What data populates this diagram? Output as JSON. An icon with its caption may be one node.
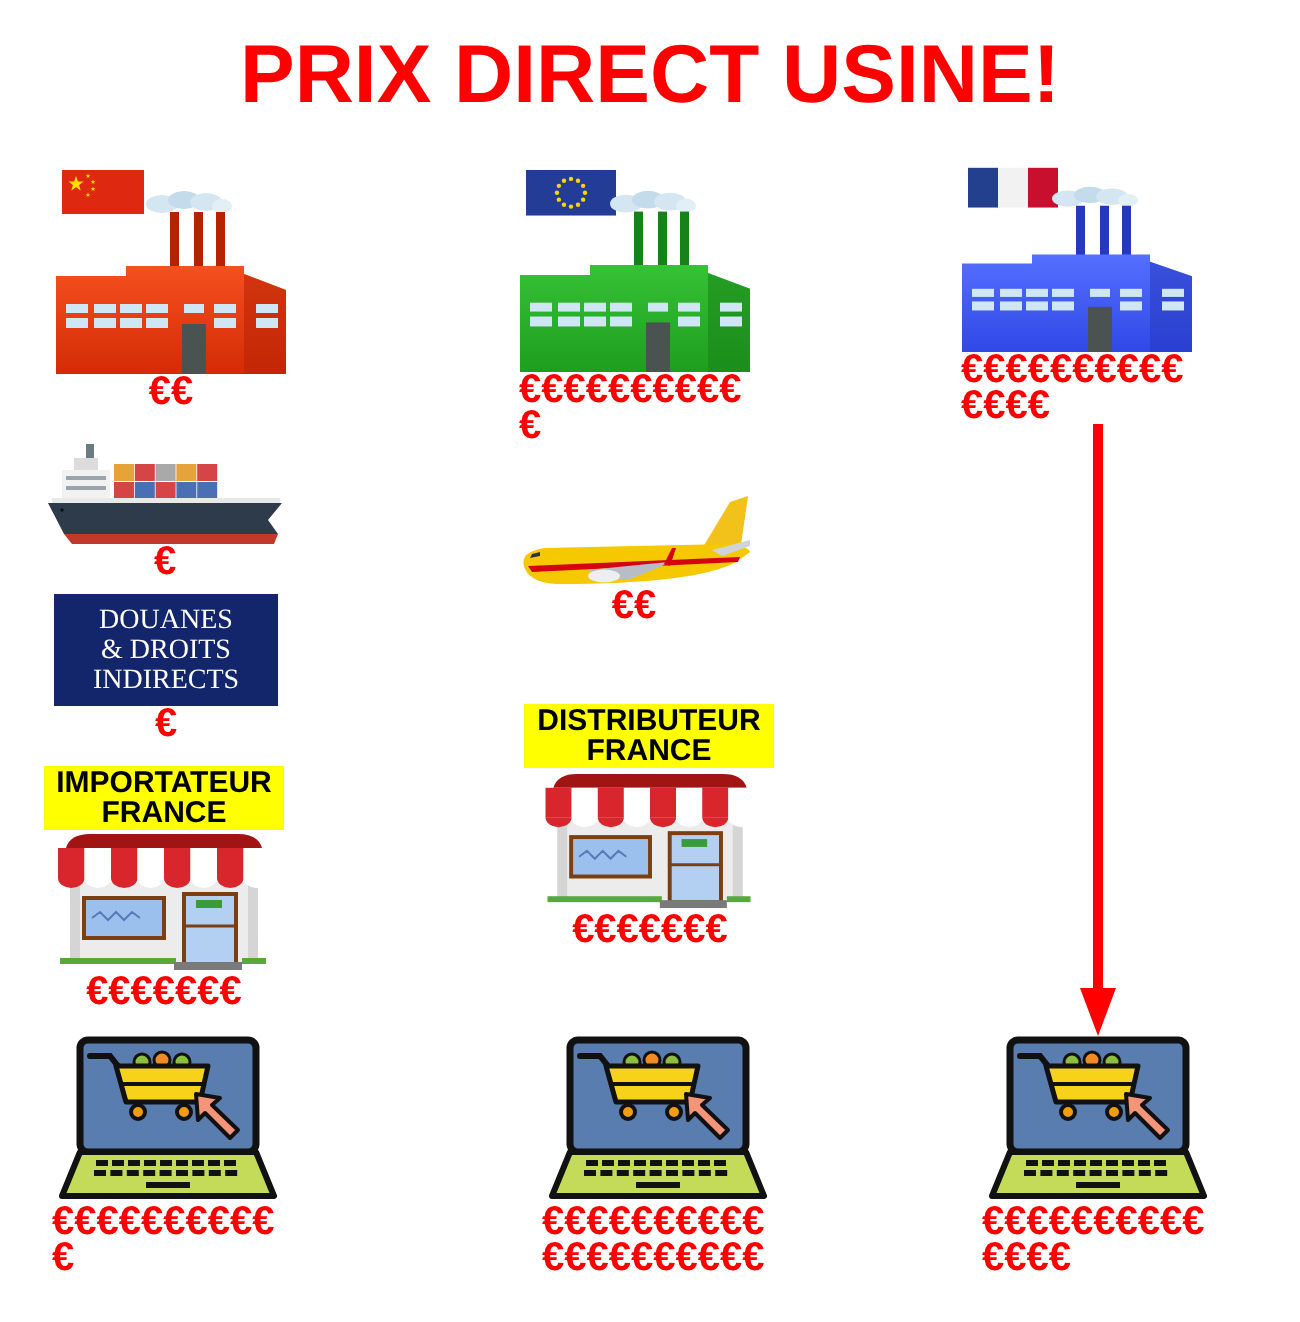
{
  "diagram": {
    "title": "PRIX DIRECT USINE!",
    "nodes": [
      {
        "text": [],
        "shape": "picture",
        "beside": [
          "€€"
        ]
      },
      {
        "text": [],
        "shape": "picture",
        "beside": [
          "€"
        ]
      },
      {
        "text": [
          "DOUANES & DROITS INDIRECTS"
        ],
        "beside": [
          "€"
        ]
      },
      {
        "text": [
          "IMPORTATEUR FRANCE"
        ]
      },
      {
        "text": [],
        "shape": "picture",
        "beside": [
          "€€€€€€€"
        ]
      },
      {
        "text": [],
        "shape": "picture",
        "beside": [
          "€€€€€€€€€€€"
        ]
      },
      {
        "text": [],
        "shape": "picture",
        "beside": [
          "€€€€€€€€€€€"
        ]
      },
      {
        "text": [],
        "shape": "picture",
        "beside": [
          "€€"
        ]
      },
      {
        "text": [
          "DISTRIBUTEUR FRANCE"
        ]
      },
      {
        "text": [],
        "shape": "picture",
        "beside": [
          "€€€€€€€"
        ]
      },
      {
        "text": [],
        "shape": "picture",
        "beside": [
          "€€€€€€€€€€€€€€€€€€€€"
        ]
      },
      {
        "text": [],
        "shape": "picture",
        "beside": [
          "€€€€€€€€€€€€€€"
        ]
      },
      {
        "text": [],
        "shape": "picture",
        "beside": [
          "€€€€€€€€€€€€€€"
        ]
      }
    ],
    "edges": [
      {
        "from": 11,
        "to": 12,
        "arrow": "to",
        "color": "#ff0000"
      }
    ]
  }
}
